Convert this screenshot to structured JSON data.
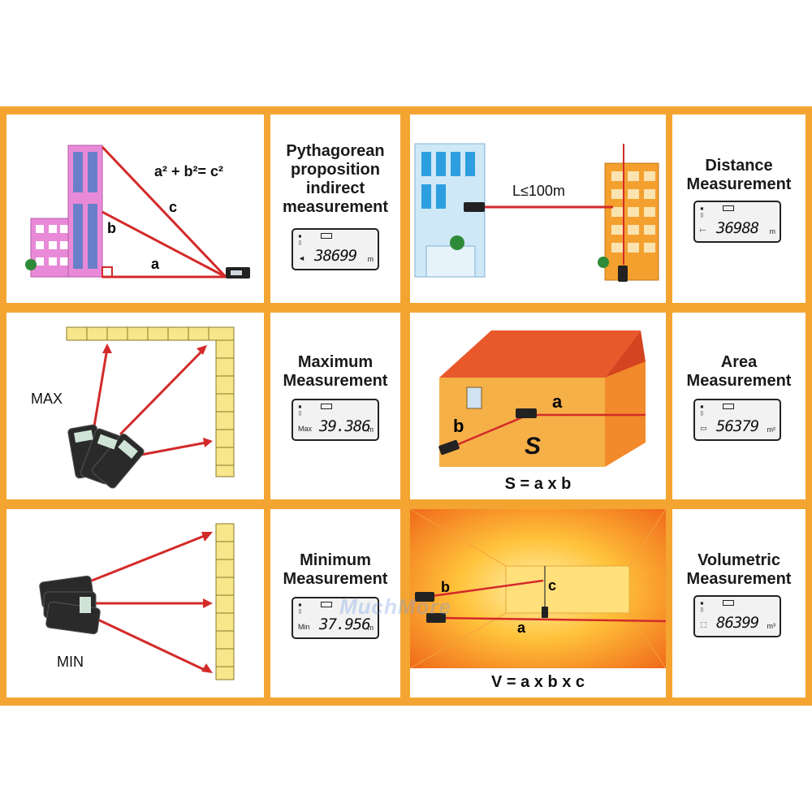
{
  "rows": [
    {
      "left_title": [
        "Pythagorean",
        "proposition",
        "indirect",
        "measurement"
      ],
      "left_display": {
        "prefix": "◄",
        "reading": "38699",
        "unit": "m"
      },
      "left_labels": {
        "formula": "a² + b²= c²",
        "a": "a",
        "b": "b",
        "c": "c"
      },
      "right_title": [
        "Distance",
        "Measurement"
      ],
      "right_display": {
        "prefix": "⟝",
        "reading": "36988",
        "unit": "m"
      },
      "right_labels": {
        "range": "L≤100m"
      }
    },
    {
      "left_title": [
        "Maximum",
        "Measurement"
      ],
      "left_display": {
        "prefix": "Max",
        "reading": "39.386",
        "unit": "m"
      },
      "left_labels": {
        "mode": "MAX"
      },
      "right_title": [
        "Area",
        "Measurement"
      ],
      "right_display": {
        "prefix": "▭",
        "reading": "56379",
        "unit": "m²"
      },
      "right_labels": {
        "a": "a",
        "b": "b",
        "s": "S",
        "formula": "S = a x b"
      }
    },
    {
      "left_title": [
        "Minimum",
        "Measurement"
      ],
      "left_display": {
        "prefix": "Min",
        "reading": "37.956",
        "unit": "m"
      },
      "left_labels": {
        "mode": "MIN"
      },
      "right_title": [
        "Volumetric",
        "Measurement"
      ],
      "right_display": {
        "prefix": "⬚",
        "reading": "86399",
        "unit": "m³"
      },
      "right_labels": {
        "a": "a",
        "b": "b",
        "c": "c",
        "formula": "V = a x b x c"
      }
    }
  ],
  "watermark": "MuchMore",
  "colors": {
    "frame": "#f4a531",
    "laser": "#d32a2a",
    "brick": "#f7e68a"
  }
}
